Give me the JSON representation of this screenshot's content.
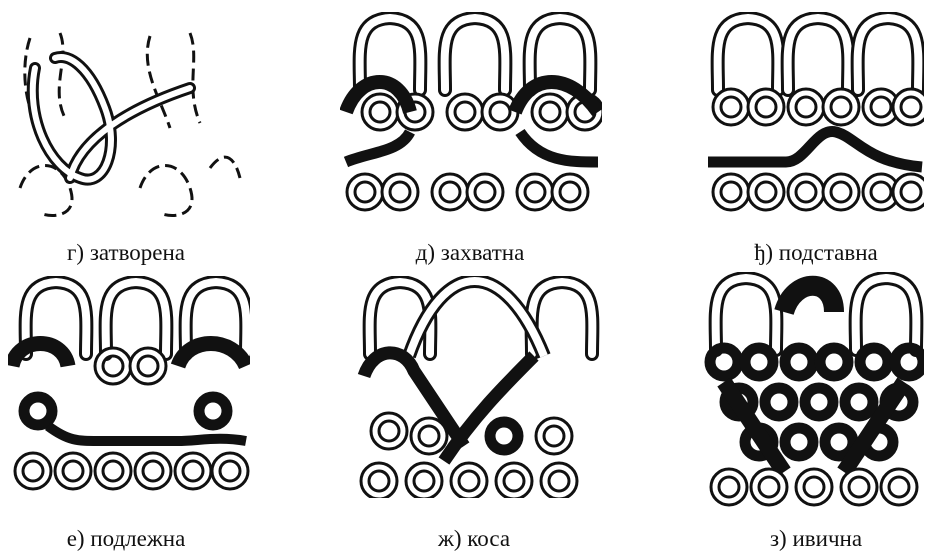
{
  "figure": {
    "panels": [
      {
        "id": "g",
        "caption": "г) затворена"
      },
      {
        "id": "d",
        "caption": "д) захватна"
      },
      {
        "id": "dj",
        "caption": "ђ) подставна"
      },
      {
        "id": "e",
        "caption": "е) подлежна"
      },
      {
        "id": "zh",
        "caption": "ж) коса"
      },
      {
        "id": "z",
        "caption": "з) ивична"
      }
    ],
    "colors": {
      "ink": "#111111",
      "paper": "#ffffff"
    }
  }
}
